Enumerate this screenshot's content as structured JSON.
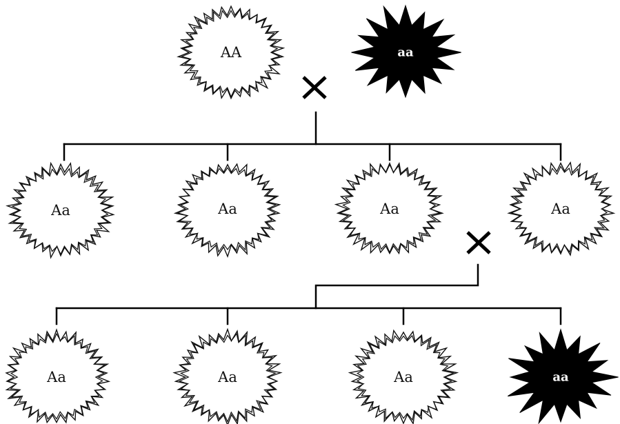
{
  "generations": [
    [
      {
        "genotype": "AA",
        "phenotype": "light"
      },
      {
        "genotype": "aa",
        "phenotype": "dark"
      }
    ],
    [
      {
        "genotype": "Aa",
        "phenotype": "light"
      },
      {
        "genotype": "Aa",
        "phenotype": "light"
      },
      {
        "genotype": "Aa",
        "phenotype": "light"
      },
      {
        "genotype": "Aa",
        "phenotype": "light"
      }
    ],
    [
      {
        "genotype": "Aa",
        "phenotype": "light"
      },
      {
        "genotype": "Aa",
        "phenotype": "light"
      },
      {
        "genotype": "Aa",
        "phenotype": "light"
      },
      {
        "genotype": "aa",
        "phenotype": "dark"
      }
    ]
  ],
  "cross_symbol": "×",
  "colors": {
    "line": "#000000",
    "light_fill": "#ffffff",
    "dark_fill": "#000000"
  }
}
